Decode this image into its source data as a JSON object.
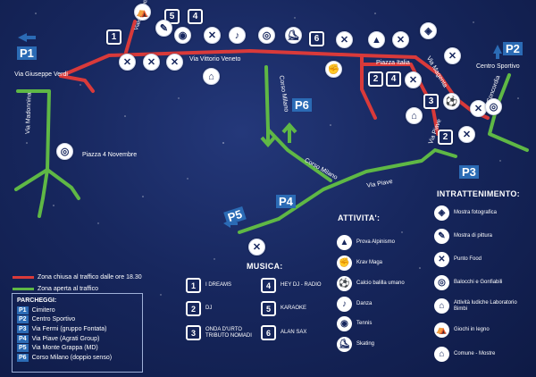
{
  "colors": {
    "closed_zone": "#d93a3a",
    "open_zone": "#5fb845",
    "parking": "#2b6bb5",
    "background": "#17275e"
  },
  "parking_tags": [
    "P1",
    "P2",
    "P3",
    "P4",
    "P5",
    "P6"
  ],
  "streets": {
    "giuseppe_verdi": "Via Giuseppe Verdi",
    "madonnina": "Via Madonnina",
    "piazza_4_novembre": "Piazza 4 Novembre",
    "viale_segantini": "Viale Segantini",
    "vittorio_veneto": "Via Vittorio Veneto",
    "corso_milano": "Corso Milano",
    "corso_milano_2": "Corso Milano",
    "piazza_italia": "Piazza Italia",
    "magenta": "Via Magenta",
    "concordia": "Via Concordia",
    "piave": "Via Piave",
    "piave_2": "Via Piave",
    "centro_sportivo": "Centro Sportivo"
  },
  "map_numbers": [
    "1",
    "5",
    "4",
    "6",
    "2",
    "4",
    "3",
    "2"
  ],
  "legend": {
    "closed": "Zona chiusa al traffico dalle ore 18.30",
    "open": "Zona aperta al traffico"
  },
  "parking": {
    "title": "PARCHEGGI:",
    "items": [
      {
        "code": "P1",
        "label": "Cimitero"
      },
      {
        "code": "P2",
        "label": "Centro Sportivo"
      },
      {
        "code": "P3",
        "label": "Via Fermi (gruppo Fontata)"
      },
      {
        "code": "P4",
        "label": "Via Piave (Agrati Group)"
      },
      {
        "code": "P5",
        "label": "Via Monte Grappa (MD)"
      },
      {
        "code": "P6",
        "label": "Corso Milano (doppio senso)"
      }
    ]
  },
  "music": {
    "title": "MUSICA:",
    "items": [
      {
        "num": "1",
        "label": "I DREAMS"
      },
      {
        "num": "2",
        "label": "DJ"
      },
      {
        "num": "3",
        "label": "ONDA D'URTO TRIBUTO NOMADI"
      },
      {
        "num": "4",
        "label": "HEY DJ - RADIO"
      },
      {
        "num": "5",
        "label": "KARAOKE"
      },
      {
        "num": "6",
        "label": "ALAN SAX"
      }
    ]
  },
  "activities": {
    "title": "ATTIVITA':",
    "items": [
      {
        "icon": "climbing-icon",
        "label": "Prova Alpinismo"
      },
      {
        "icon": "martial-arts-icon",
        "label": "Krav Maga"
      },
      {
        "icon": "foosball-icon",
        "label": "Calcio balilla umano"
      },
      {
        "icon": "dance-icon",
        "label": "Danza"
      },
      {
        "icon": "tennis-icon",
        "label": "Tennis"
      },
      {
        "icon": "skating-icon",
        "label": "Skating"
      }
    ]
  },
  "entertainment": {
    "title": "INTRATTENIMENTO:",
    "items": [
      {
        "icon": "photo-icon",
        "label": "Mostra fotografica"
      },
      {
        "icon": "painting-icon",
        "label": "Mostra di pittura"
      },
      {
        "icon": "food-icon",
        "label": "Punto Food"
      },
      {
        "icon": "balloons-icon",
        "label": "Balocchi e Gonfiabili"
      },
      {
        "icon": "kids-workshop-icon",
        "label": "Attività ludiche Laboratorio Bimbi"
      },
      {
        "icon": "wooden-games-icon",
        "label": "Giochi in legno"
      },
      {
        "icon": "town-hall-icon",
        "label": "Comune - Mostre"
      }
    ]
  }
}
